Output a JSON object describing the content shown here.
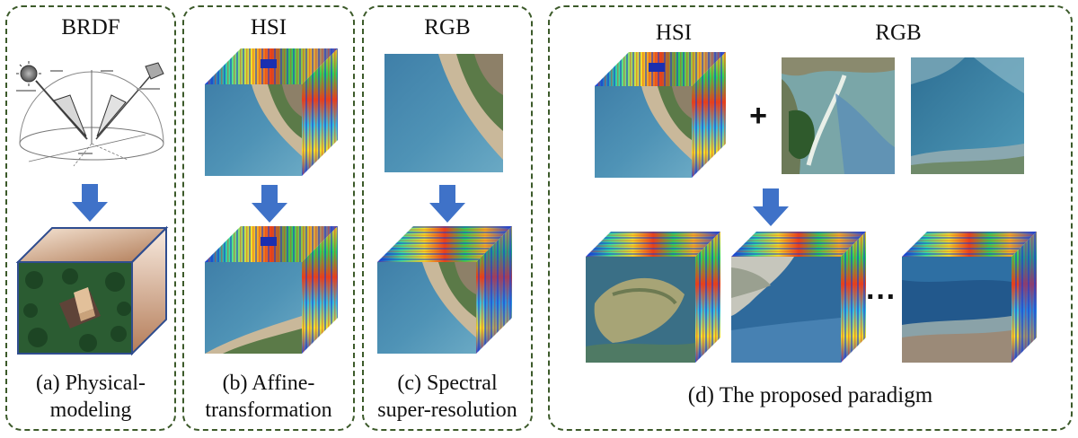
{
  "panels": {
    "a": {
      "title": "BRDF",
      "caption_l1": "(a) Physical-",
      "caption_l2": "modeling"
    },
    "b": {
      "title": "HSI",
      "caption_l1": "(b) Affine-",
      "caption_l2": "transformation"
    },
    "c": {
      "title": "RGB",
      "caption_l1": "(c) Spectral",
      "caption_l2": "super-resolution"
    },
    "d": {
      "title_hsi": "HSI",
      "title_rgb": "RGB",
      "plus": "+",
      "ellipsis": "···",
      "caption": "(d) The proposed paradigm"
    }
  },
  "colors": {
    "border": "#3c5a2a",
    "arrow": "#3f72c8"
  }
}
